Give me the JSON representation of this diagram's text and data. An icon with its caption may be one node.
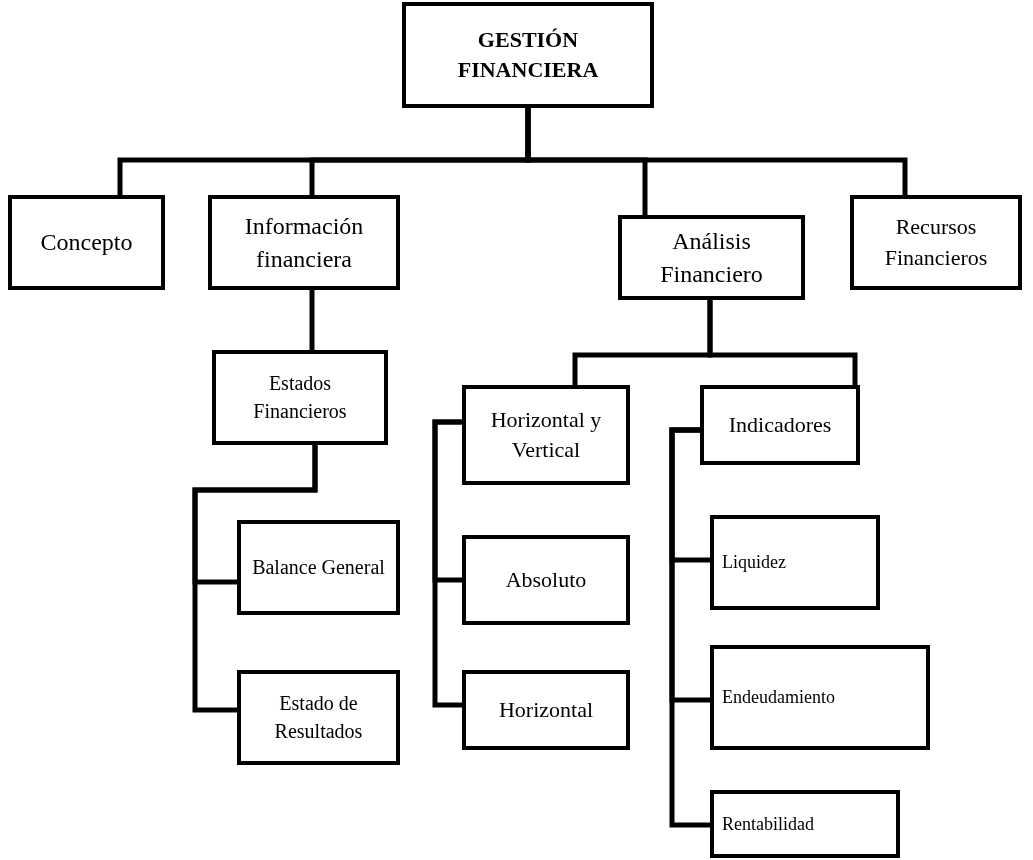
{
  "diagram": {
    "nodes": [
      {
        "text": [
          "GESTIÓN FINANCIERA"
        ]
      },
      {
        "text": [
          "Concepto"
        ]
      },
      {
        "text": [
          "Información financiera"
        ]
      },
      {
        "text": [
          "Análisis Financiero"
        ]
      },
      {
        "text": [
          "Recursos Financieros"
        ]
      },
      {
        "text": [
          "Estados Financieros"
        ]
      },
      {
        "text": [
          "Balance General"
        ]
      },
      {
        "text": [
          "Estado de Resultados"
        ]
      },
      {
        "text": [
          "Horizontal y Vertical"
        ]
      },
      {
        "text": [
          "Indicadores"
        ]
      },
      {
        "text": [
          "Absoluto"
        ]
      },
      {
        "text": [
          "Horizontal"
        ]
      },
      {
        "text": [
          "Liquidez"
        ]
      },
      {
        "text": [
          "Endeudamiento"
        ]
      },
      {
        "text": [
          "Rentabilidad"
        ]
      }
    ],
    "edges": [
      {
        "from": 0,
        "to": 1,
        "arrow": "none"
      },
      {
        "from": 0,
        "to": 2,
        "arrow": "none"
      },
      {
        "from": 0,
        "to": 3,
        "arrow": "none"
      },
      {
        "from": 0,
        "to": 4,
        "arrow": "none"
      },
      {
        "from": 2,
        "to": 5,
        "arrow": "none"
      },
      {
        "from": 5,
        "to": 6,
        "arrow": "none"
      },
      {
        "from": 5,
        "to": 7,
        "arrow": "none"
      },
      {
        "from": 3,
        "to": 8,
        "arrow": "none"
      },
      {
        "from": 3,
        "to": 9,
        "arrow": "none"
      },
      {
        "from": 8,
        "to": 10,
        "arrow": "none"
      },
      {
        "from": 8,
        "to": 11,
        "arrow": "none"
      },
      {
        "from": 9,
        "to": 12,
        "arrow": "none"
      },
      {
        "from": 9,
        "to": 13,
        "arrow": "none"
      },
      {
        "from": 9,
        "to": 14,
        "arrow": "none"
      }
    ]
  }
}
